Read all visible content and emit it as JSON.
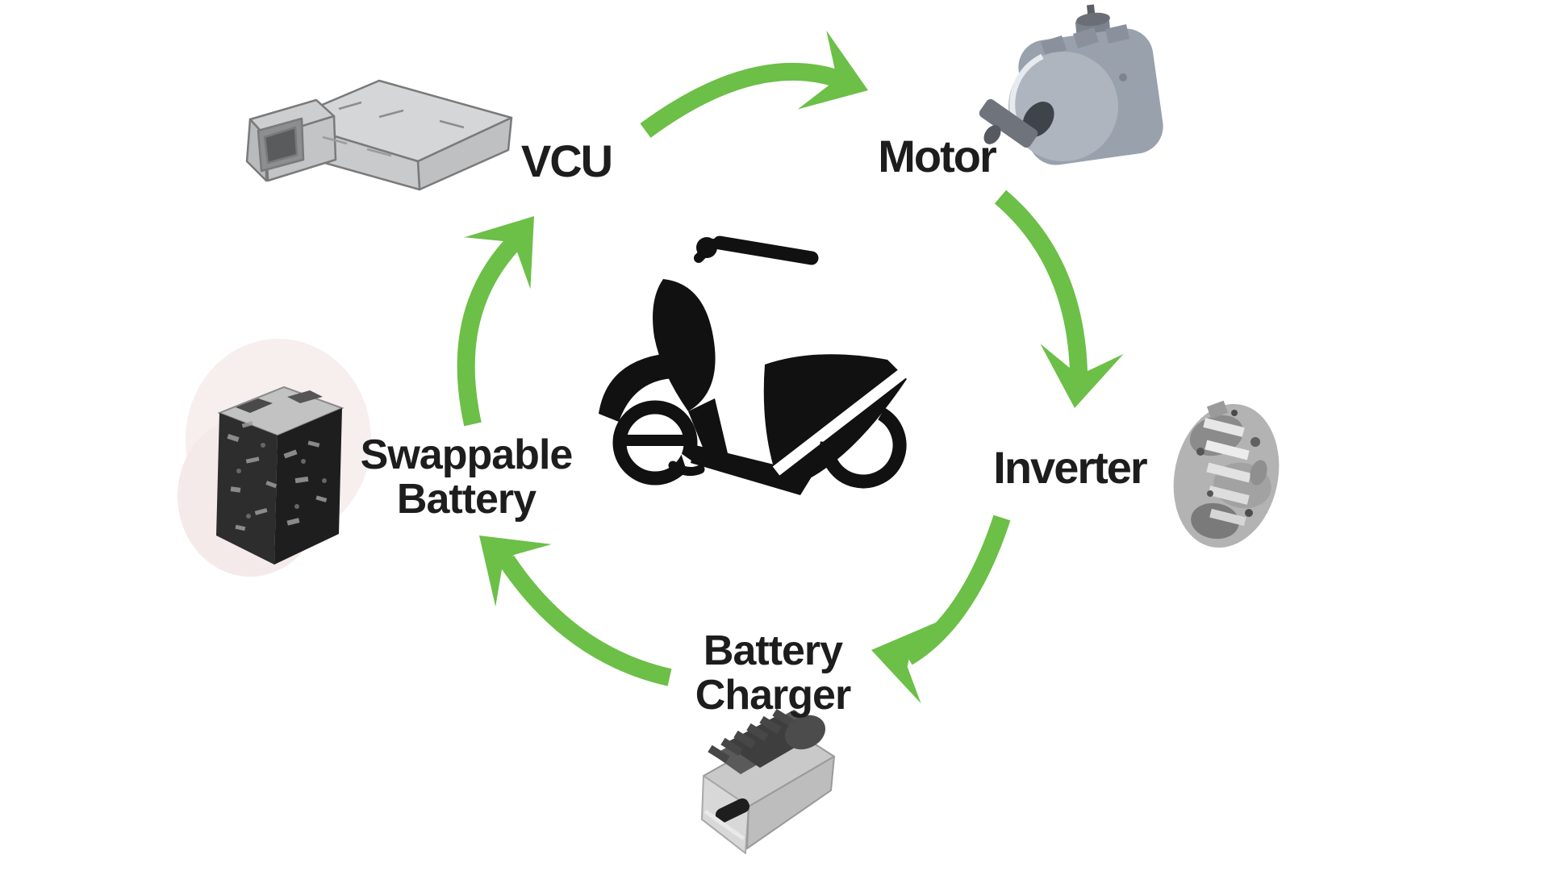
{
  "diagram": {
    "background_color": "#ffffff",
    "accent_color": "#6cbf47",
    "text_color": "#1d1d1d",
    "scooter_color": "#111111",
    "center_icon": "electric-scooter-icon",
    "cycle_order": [
      "VCU",
      "Motor",
      "Inverter",
      "Battery Charger",
      "Swappable Battery"
    ],
    "nodes": {
      "vcu": {
        "label": "VCU",
        "image": "vcu-controller-image"
      },
      "motor": {
        "label": "Motor",
        "image": "electric-motor-image"
      },
      "inverter": {
        "label": "Inverter",
        "image": "inverter-image"
      },
      "charger": {
        "line1": "Battery",
        "line2": "Charger",
        "image": "battery-charger-image"
      },
      "battery": {
        "line1": "Swappable",
        "line2": "Battery",
        "image": "swappable-battery-image"
      }
    },
    "arrows": [
      {
        "name": "arrow-vcu-to-motor",
        "from": "VCU",
        "to": "Motor"
      },
      {
        "name": "arrow-motor-to-inverter",
        "from": "Motor",
        "to": "Inverter"
      },
      {
        "name": "arrow-inverter-to-charger",
        "from": "Inverter",
        "to": "Battery Charger"
      },
      {
        "name": "arrow-charger-to-battery",
        "from": "Battery Charger",
        "to": "Swappable Battery"
      },
      {
        "name": "arrow-battery-to-vcu",
        "from": "Swappable Battery",
        "to": "VCU"
      }
    ]
  }
}
